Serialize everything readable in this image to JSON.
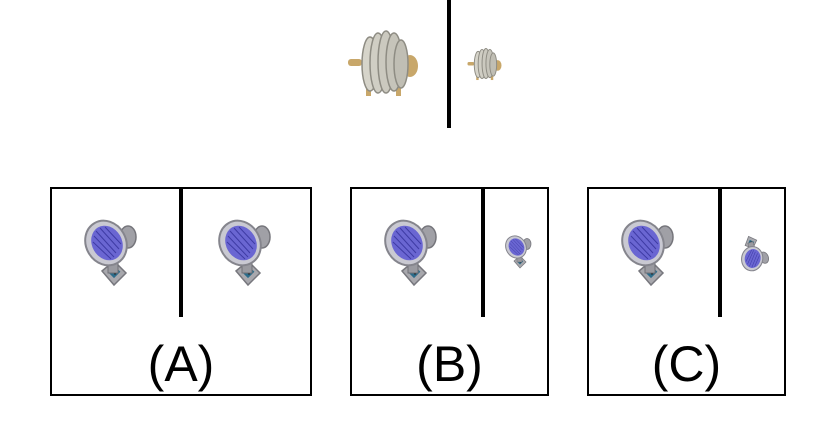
{
  "reference": {
    "object_icon": "sheep-icon"
  },
  "options": [
    {
      "label": "(A)",
      "icon": "fan-icon"
    },
    {
      "label": "(B)",
      "icon": "fan-icon"
    },
    {
      "label": "(C)",
      "icon": "fan-icon"
    }
  ],
  "colors": {
    "sheep_wool": "#c9c7bc",
    "sheep_leg": "#c8a76a",
    "fan_body": "#a8a8ad",
    "fan_blade": "#5b57c9",
    "border": "#000000"
  }
}
